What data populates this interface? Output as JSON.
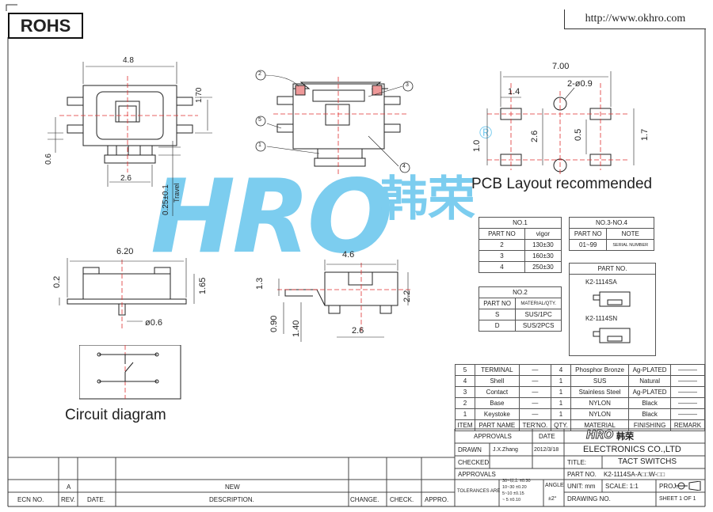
{
  "header": {
    "rohs": "ROHS",
    "url": "http://www.okhro.com"
  },
  "dims": {
    "top_width": "4.8",
    "top_height": "1.70",
    "bottom_width": "2.6",
    "side_h": "0.6",
    "travel": "0.25±0.1",
    "travel_word": "Travel",
    "pcb_width": "7.00",
    "pcb_pad": "1.4",
    "pcb_hole": "2-ø0.9",
    "pcb_1_0": "1.0",
    "pcb_2_6": "2.6",
    "pcb_0_5": "0.5",
    "pcb_1_7": "1.7",
    "side_width": "6.20",
    "side_0_2": "0.2",
    "side_1_65": "1.65",
    "side_dia": "ø0.6",
    "front_width": "4.6",
    "front_1_3": "1.3",
    "front_2_2": "2.2",
    "front_0_90": "0.90",
    "front_1_40": "1.40",
    "front_2_6": "2.6"
  },
  "callouts": [
    "1",
    "2",
    "3",
    "4",
    "5"
  ],
  "labels": {
    "pcb_layout": "PCB Layout recommended",
    "circuit": "Circuit diagram"
  },
  "watermark": {
    "latin": "HRO",
    "cjk": "韩荣",
    "mark": "®"
  },
  "table_no1": {
    "title": "NO.1",
    "headers": [
      "PART NO",
      "vigor"
    ],
    "rows": [
      [
        "2",
        "130±30"
      ],
      [
        "3",
        "160±30"
      ],
      [
        "4",
        "250±30"
      ]
    ]
  },
  "table_no34": {
    "title": "NO.3-NO.4",
    "headers": [
      "PART NO",
      "NOTE"
    ],
    "rows": [
      [
        "01~99",
        "SERIAL NUMBER"
      ]
    ]
  },
  "table_no2": {
    "title": "NO.2",
    "headers": [
      "PART NO",
      "MATERIAL/QTY."
    ],
    "rows": [
      [
        "S",
        "SUS/1PC"
      ],
      [
        "D",
        "SUS/2PCS"
      ]
    ]
  },
  "partno_box": {
    "title": "PART NO.",
    "items": [
      "K2-1114SA",
      "K2-1114SN"
    ]
  },
  "bom": {
    "rows": [
      [
        "5",
        "TERMINAL",
        "—",
        "4",
        "Phosphor Bronze",
        "Ag-PLATED",
        "———"
      ],
      [
        "4",
        "Shell",
        "—",
        "1",
        "SUS",
        "Natural",
        "———"
      ],
      [
        "3",
        "Contact",
        "—",
        "1",
        "Stainless Steel",
        "Ag-PLATED",
        "———"
      ],
      [
        "2",
        "Base",
        "—",
        "1",
        "NYLON",
        "Black",
        "———"
      ],
      [
        "1",
        "Keystoke",
        "—",
        "1",
        "NYLON",
        "Black",
        "———"
      ]
    ],
    "headers": [
      "ITEM",
      "PART NAME",
      "TER'NO.",
      "QTY.",
      "MATERIAL",
      "FINISHING",
      "REMARK"
    ]
  },
  "titleblock": {
    "approvals": "APPROVALS",
    "date": "DATE",
    "drawn": "DRAWN",
    "drawn_by": "J.X.Zhang",
    "drawn_date": "2012/3/18",
    "checked": "CHECKED",
    "approvals2": "APPROVALS",
    "company": "ELECTRONICS  CO.,LTD",
    "title_label": "TITLE:",
    "title": "TACT  SWITCHS",
    "partno_label": "PART NO.",
    "partno": "K2-1114SA-A□□W-□□",
    "tol_label": "TOLERANCES ARE",
    "tol_rows": [
      [
        "30~以上",
        "±0.30"
      ],
      [
        "10~30",
        "±0.20"
      ],
      [
        "5~10",
        "±0.15"
      ],
      [
        "~ 5",
        "±0.10"
      ]
    ],
    "angle": "ANGLE",
    "angle_val": "±2°",
    "unit": "UNIT:  mm",
    "scale": "SCALE:  1:1",
    "proj": "PROJ.",
    "drawing_no": "DRAWING NO.",
    "sheet": "SHEET   1  OF  1"
  },
  "revision": {
    "cells": [
      "A",
      "NEW"
    ],
    "headers": [
      "ECN NO.",
      "REV.",
      "DATE.",
      "DESCRIPTION.",
      "CHANGE.",
      "CHECK.",
      "APPRO."
    ]
  }
}
